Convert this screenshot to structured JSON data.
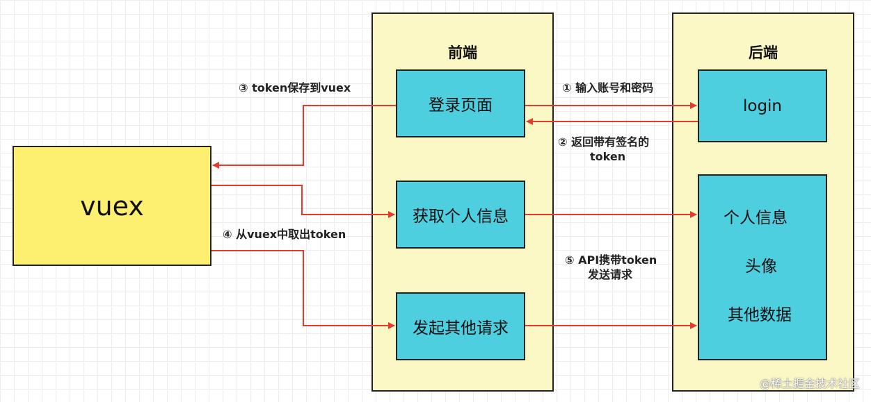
{
  "lanes": {
    "frontend": {
      "title": "前端"
    },
    "backend": {
      "title": "后端"
    }
  },
  "vuex": {
    "label": "vuex"
  },
  "frontend_boxes": {
    "login_page": "登录页面",
    "get_personal_info": "获取个人信息",
    "other_requests": "发起其他请求"
  },
  "backend_boxes": {
    "login": "login",
    "data": [
      "个人信息",
      "头像",
      "其他数据"
    ]
  },
  "arrow_labels": {
    "step1": "① 输入账号和密码",
    "step2_line1": "② 返回带有签名的",
    "step2_line2": "token",
    "step3": "③ token保存到vuex",
    "step4": "④ 从vuex中取出token",
    "step5_line1": "⑤ API携带token",
    "step5_line2": "发送请求"
  },
  "watermark": "@稀土掘金技术社区",
  "colors": {
    "arrow": "#e53b2e",
    "box_fill": "#4ecfe0",
    "lane_fill": "#fcf8c6",
    "vuex_fill": "#fdf070"
  }
}
